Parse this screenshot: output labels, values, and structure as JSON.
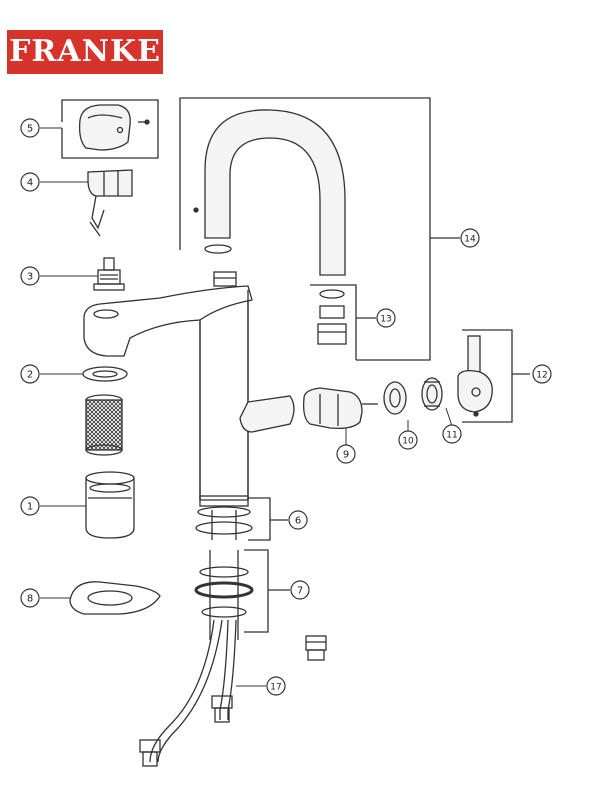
{
  "brand": {
    "name": "FRANKE",
    "color": "#d6332b"
  },
  "callouts": [
    {
      "id": "c1",
      "label": "1"
    },
    {
      "id": "c2",
      "label": "2"
    },
    {
      "id": "c3",
      "label": "3"
    },
    {
      "id": "c4",
      "label": "4"
    },
    {
      "id": "c5",
      "label": "5"
    },
    {
      "id": "c6",
      "label": "6"
    },
    {
      "id": "c7",
      "label": "7"
    },
    {
      "id": "c8",
      "label": "8"
    },
    {
      "id": "c9",
      "label": "9"
    },
    {
      "id": "c10",
      "label": "10"
    },
    {
      "id": "c11",
      "label": "11"
    },
    {
      "id": "c12",
      "label": "12"
    },
    {
      "id": "c13",
      "label": "13"
    },
    {
      "id": "c14",
      "label": "14"
    },
    {
      "id": "c17",
      "label": "17"
    }
  ]
}
